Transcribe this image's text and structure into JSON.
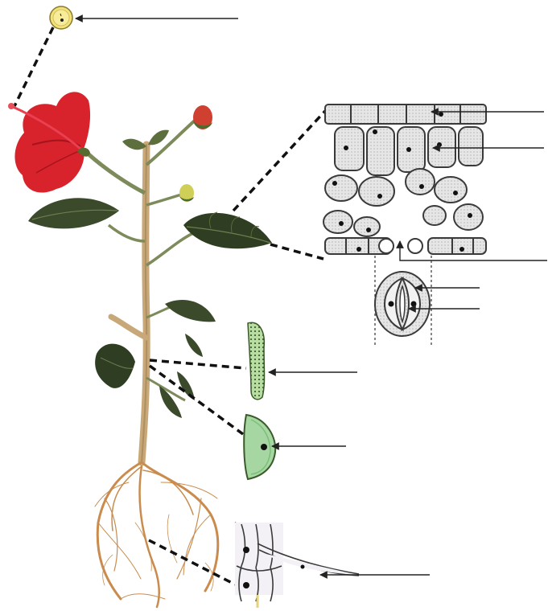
{
  "diagram": {
    "title": "",
    "leader_lines": [
      {
        "name": "pollen-grain-leader-line",
        "label": ""
      },
      {
        "name": "leaf-upper-epidermis-leader-line",
        "label": ""
      },
      {
        "name": "leaf-palisade-cell-leader-line",
        "label": ""
      },
      {
        "name": "leaf-stomatal-opening-leader-line",
        "label": ""
      },
      {
        "name": "guard-cell-leader-line-1",
        "label": ""
      },
      {
        "name": "guard-cell-leader-line-2",
        "label": ""
      },
      {
        "name": "stem-tissue-leader-line",
        "label": ""
      },
      {
        "name": "stem-cell-leader-line",
        "label": ""
      },
      {
        "name": "root-hair-cell-leader-line",
        "label": ""
      }
    ]
  },
  "colors": {
    "petal": "#d8222c",
    "petal_dark": "#a3141c",
    "leaf": "#3a4a2a",
    "leaf_light": "#6f7f4f",
    "stem": "#c8a878",
    "root": "#c98c4e",
    "cell_wall": "#3a3a3a",
    "cell_fill": "#ebebeb",
    "stem_cell_fill": "#a6d6a2",
    "pollen": "#f3e27a",
    "dash": "#111111"
  }
}
